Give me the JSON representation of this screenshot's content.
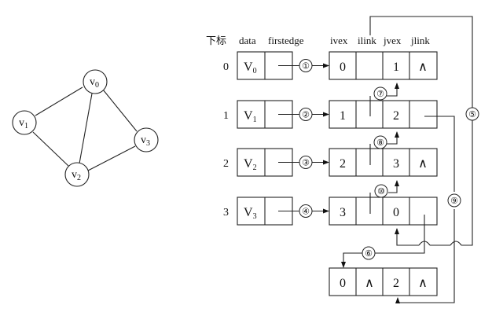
{
  "graph": {
    "vertices": [
      {
        "id": 0,
        "label": "v",
        "sub": "0"
      },
      {
        "id": 1,
        "label": "v",
        "sub": "1"
      },
      {
        "id": 2,
        "label": "v",
        "sub": "2"
      },
      {
        "id": 3,
        "label": "v",
        "sub": "3"
      }
    ],
    "edges": [
      [
        0,
        1
      ],
      [
        0,
        2
      ],
      [
        0,
        3
      ],
      [
        1,
        2
      ],
      [
        2,
        3
      ]
    ]
  },
  "headers": {
    "index": "下标",
    "data": "data",
    "firstedge": "firstedge",
    "ivex": "ivex",
    "ilink": "ilink",
    "jvex": "jvex",
    "jlink": "jlink"
  },
  "vertex_list": [
    {
      "index": "0",
      "data": "V",
      "sub": "0",
      "arrow_label": "①"
    },
    {
      "index": "1",
      "data": "V",
      "sub": "1",
      "arrow_label": "②"
    },
    {
      "index": "2",
      "data": "V",
      "sub": "2",
      "arrow_label": "③"
    },
    {
      "index": "3",
      "data": "V",
      "sub": "3",
      "arrow_label": "④"
    }
  ],
  "edge_nodes": [
    {
      "ivex": "0",
      "ilink": "",
      "jvex": "1",
      "jlink": "∧"
    },
    {
      "ivex": "1",
      "ilink": "",
      "jvex": "2",
      "jlink": ""
    },
    {
      "ivex": "2",
      "ilink": "",
      "jvex": "3",
      "jlink": "∧"
    },
    {
      "ivex": "3",
      "ilink": "",
      "jvex": "0",
      "jlink": ""
    },
    {
      "ivex": "0",
      "ilink": "∧",
      "jvex": "2",
      "jlink": "∧"
    }
  ],
  "link_labels": {
    "l5": "⑤",
    "l6": "⑥",
    "l7": "⑦",
    "l8": "⑧",
    "l9": "⑨",
    "l10": "⑩"
  }
}
